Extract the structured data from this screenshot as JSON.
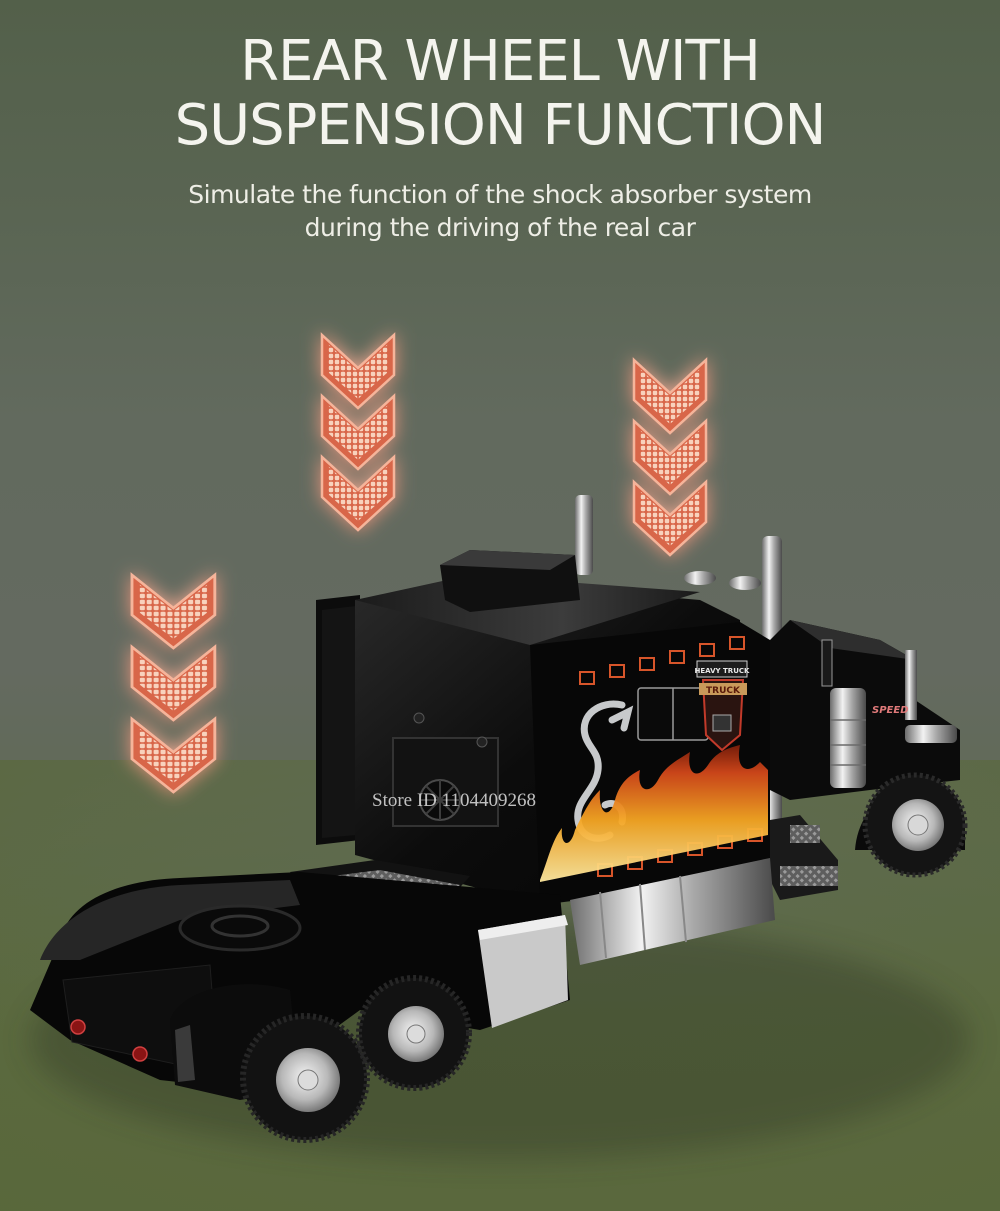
{
  "headline": {
    "line1": "REAR WHEEL WITH",
    "line2": "SUSPENSION FUNCTION"
  },
  "subline": {
    "line1": "Simulate the function of the shock absorber system",
    "line2": "during the driving of the real car"
  },
  "watermark": "Store ID 1104409268",
  "decals": {
    "emblem_top": "HEAVY TRUCK",
    "emblem_mid": "TRUCK",
    "hood_text": "SPEED"
  },
  "colors": {
    "background_top": "#53604a",
    "background_mid": "#646a60",
    "floor": "#5b6740",
    "chevron_glow": "#e0674a",
    "chevron_fill": "#f6c8b0",
    "truck_body": "#0d0d0d",
    "chrome": "#c8c8c8",
    "headline_text": "#f4f4ee"
  },
  "chevron_stacks": [
    {
      "id": "left",
      "count": 3
    },
    {
      "id": "center",
      "count": 3
    },
    {
      "id": "right",
      "count": 3
    }
  ]
}
